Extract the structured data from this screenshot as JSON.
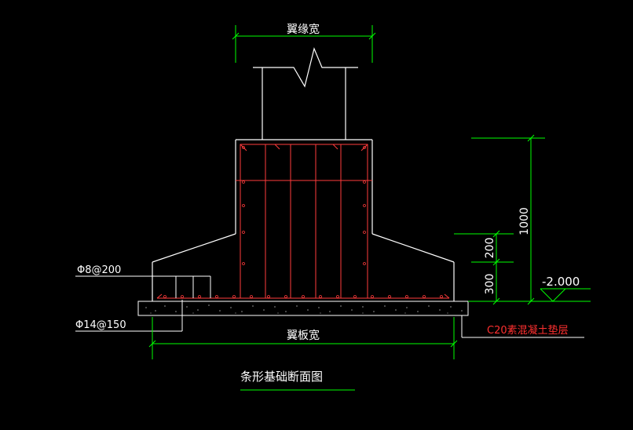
{
  "drawing": {
    "title": "条形基础断面图",
    "labels": {
      "flange_width": "翼缘宽",
      "slab_width": "翼板宽",
      "rebar_top": "Φ8@200",
      "rebar_bottom": "Φ14@150",
      "cushion": "C20素混凝土垫层",
      "elevation": "-2.000",
      "dim_1000": "1000",
      "dim_200": "200",
      "dim_300": "300"
    },
    "colors": {
      "background": "#000000",
      "outline": "#ffffff",
      "dimension": "#00ff00",
      "rebar": "#ff3b3b",
      "text_white": "#ffffff",
      "text_red": "#ff3030"
    }
  }
}
